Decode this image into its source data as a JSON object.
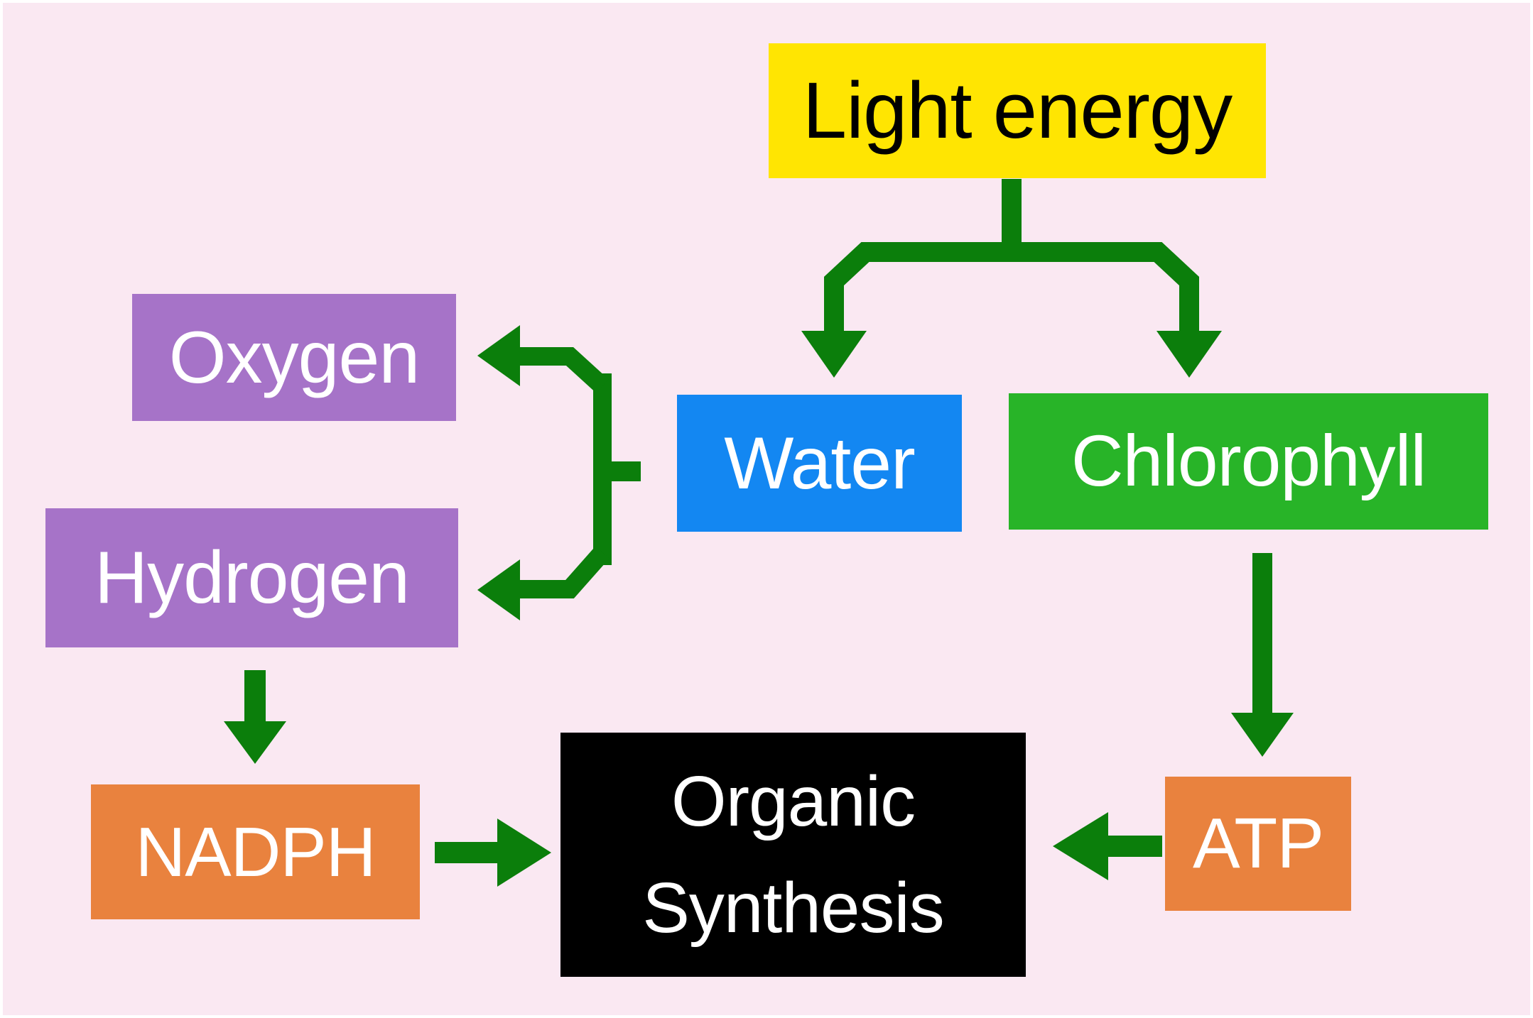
{
  "diagram": {
    "title": "Photosynthesis energy flow diagram",
    "nodes": {
      "light_energy": {
        "label": "Light energy",
        "bg": "#ffe502",
        "fg": "#000000"
      },
      "oxygen": {
        "label": "Oxygen",
        "bg": "#a673c8",
        "fg": "#ffffff"
      },
      "hydrogen": {
        "label": "Hydrogen",
        "bg": "#a673c8",
        "fg": "#ffffff"
      },
      "water": {
        "label": "Water",
        "bg": "#1387f2",
        "fg": "#ffffff"
      },
      "chlorophyll": {
        "label": "Chlorophyll",
        "bg": "#28b428",
        "fg": "#ffffff"
      },
      "nadph": {
        "label": "NADPH",
        "bg": "#e9823e",
        "fg": "#ffffff"
      },
      "organic_synthesis": {
        "label": "Organic Synthesis",
        "lines": [
          "Organic",
          "Synthesis"
        ],
        "bg": "#000000",
        "fg": "#ffffff"
      },
      "atp": {
        "label": "ATP",
        "bg": "#e9823e",
        "fg": "#ffffff"
      }
    },
    "edges": [
      {
        "from": "light_energy",
        "to": "water"
      },
      {
        "from": "light_energy",
        "to": "chlorophyll"
      },
      {
        "from": "water",
        "to": "oxygen"
      },
      {
        "from": "water",
        "to": "hydrogen"
      },
      {
        "from": "hydrogen",
        "to": "nadph"
      },
      {
        "from": "chlorophyll",
        "to": "atp"
      },
      {
        "from": "nadph",
        "to": "organic_synthesis"
      },
      {
        "from": "atp",
        "to": "organic_synthesis"
      }
    ],
    "palette": {
      "background_pink": "#fae8f2",
      "frame_white": "#ffffff",
      "arrow_green": "#0b7e0b",
      "box_yellow": "#ffe502",
      "box_blue": "#1387f2",
      "box_green": "#28b428",
      "box_purple": "#a673c8",
      "box_orange": "#e9823e",
      "box_black": "#000000"
    }
  }
}
